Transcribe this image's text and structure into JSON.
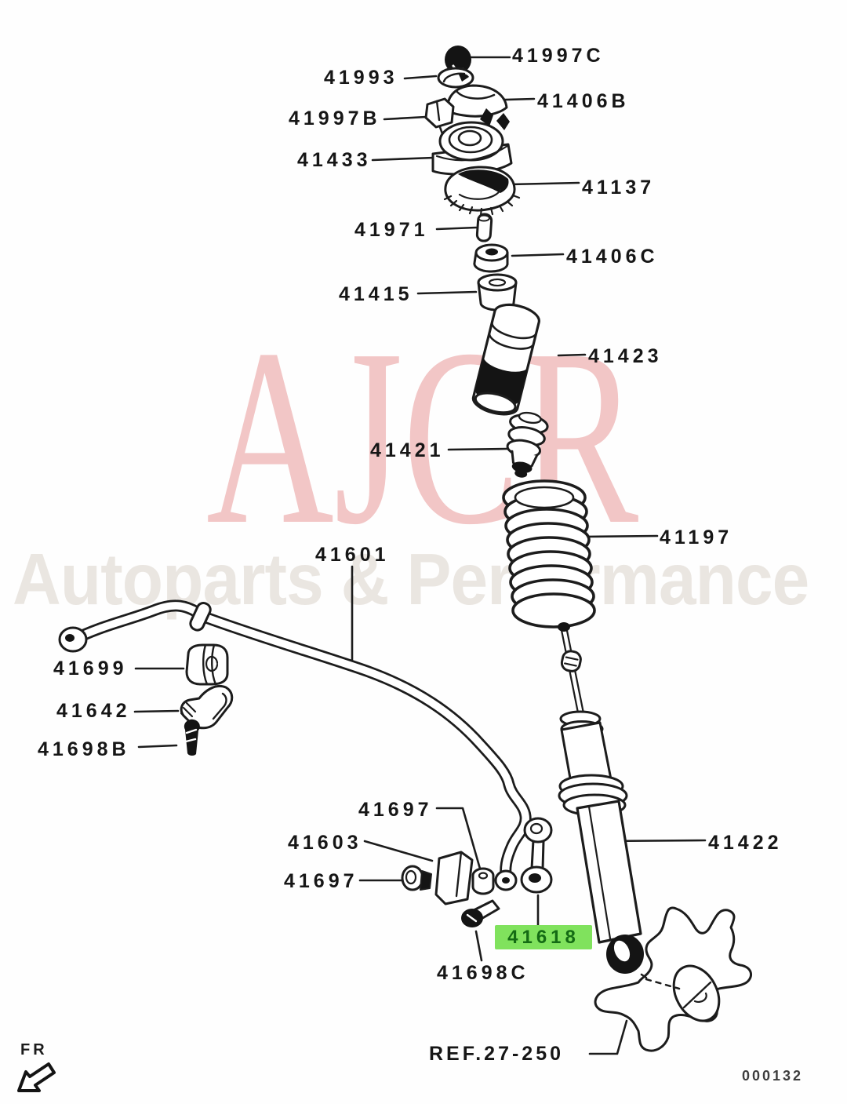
{
  "watermark": {
    "brand": "AJCR",
    "tagline": "Autoparts & Performance",
    "brand_color": "#f2c6c6",
    "tagline_color": "#eae6e1"
  },
  "diagram": {
    "direction_label": "FR",
    "sheet_number": "000132",
    "highlight_color": "#80e25d",
    "line_color": "#1c1c1c",
    "labels": [
      {
        "text": "41997C"
      },
      {
        "text": "41993"
      },
      {
        "text": "41406B"
      },
      {
        "text": "41997B"
      },
      {
        "text": "41433"
      },
      {
        "text": "41137"
      },
      {
        "text": "41971"
      },
      {
        "text": "41406C"
      },
      {
        "text": "41415"
      },
      {
        "text": "41423"
      },
      {
        "text": "41421"
      },
      {
        "text": "41197"
      },
      {
        "text": "41601"
      },
      {
        "text": "41699"
      },
      {
        "text": "41642"
      },
      {
        "text": "41698B"
      },
      {
        "text": "41697"
      },
      {
        "text": "41603"
      },
      {
        "text": "41697"
      },
      {
        "text": "41618",
        "highlighted": true
      },
      {
        "text": "41698C"
      },
      {
        "text": "41422"
      },
      {
        "text": "REF.27-250"
      }
    ]
  }
}
